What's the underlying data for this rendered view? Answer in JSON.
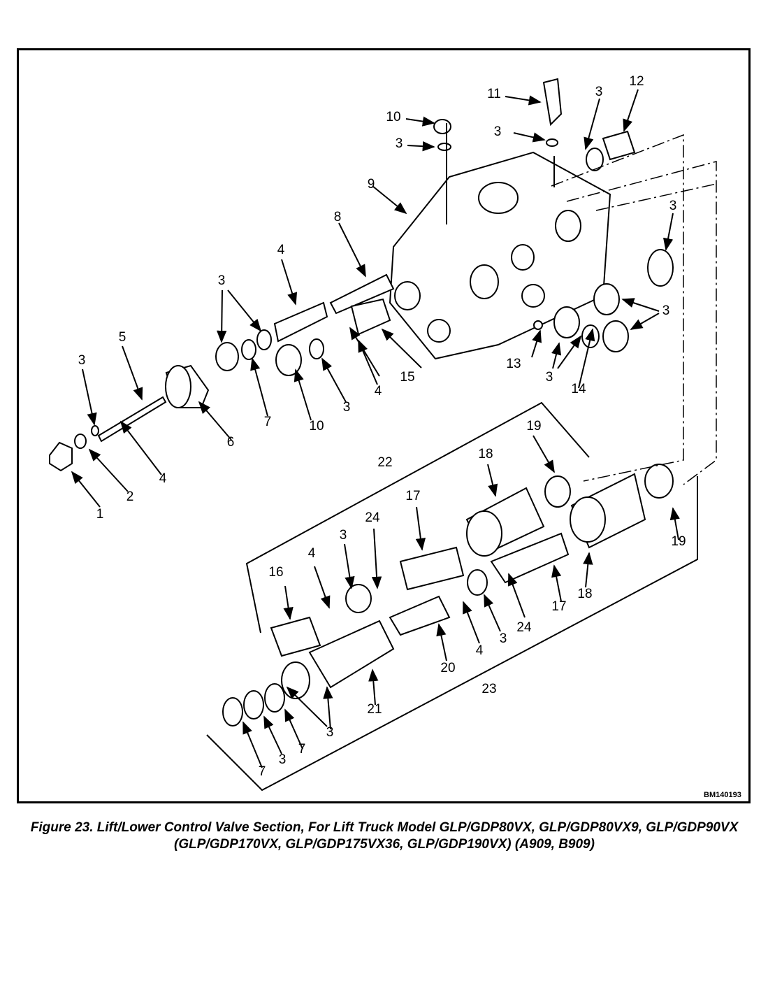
{
  "figure": {
    "caption": "Figure 23. Lift/Lower Control Valve Section, For Lift Truck Model GLP/GDP80VX, GLP/GDP80VX9, GLP/GDP90VX (GLP/GDP170VX, GLP/GDP175VX36, GLP/GDP190VX) (A909, B909)",
    "drawing_code": "BM140193"
  },
  "callouts": [
    "1",
    "2",
    "3",
    "4",
    "5",
    "6",
    "7",
    "8",
    "9",
    "10",
    "11",
    "12",
    "13",
    "14",
    "15",
    "16",
    "17",
    "18",
    "19",
    "20",
    "21",
    "22",
    "23",
    "24"
  ]
}
